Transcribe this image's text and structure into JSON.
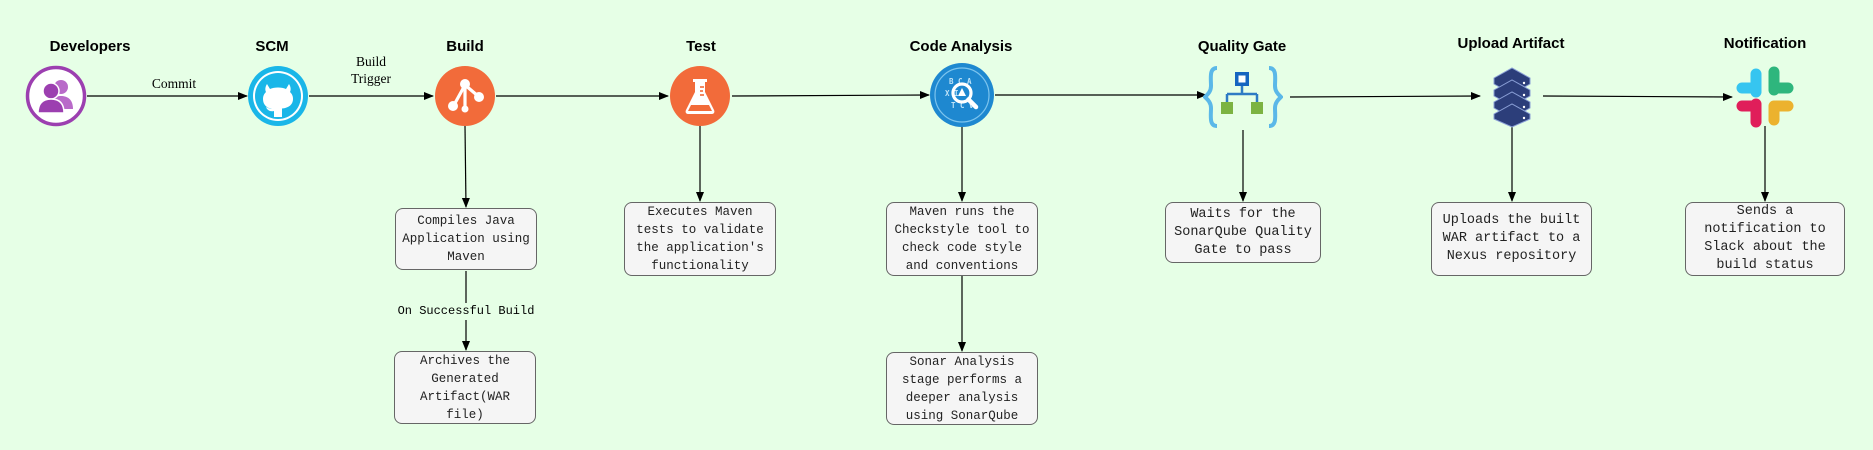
{
  "stages": {
    "developers": "Developers",
    "scm": "SCM",
    "build": "Build",
    "test": "Test",
    "code_analysis": "Code Analysis",
    "quality_gate": "Quality Gate",
    "upload_artifact": "Upload Artifact",
    "notification": "Notification"
  },
  "edges": {
    "commit": "Commit",
    "build_trigger_1": "Build",
    "build_trigger_2": "Trigger",
    "on_successful_build": "On Successful Build"
  },
  "boxes": {
    "build_compile": "Compiles Java Application using Maven",
    "build_archive": "Archives the Generated Artifact(WAR file)",
    "test_desc": "Executes Maven tests to validate the application's functionality",
    "checkstyle_desc": "Maven runs the Checkstyle tool to check code style and conventions",
    "sonar_desc": "Sonar Analysis stage performs a deeper analysis using SonarQube",
    "quality_gate_desc": "Waits for the SonarQube Quality Gate to pass",
    "upload_desc": "Uploads the built WAR artifact to a Nexus repository",
    "notify_desc": "Sends a notification to Slack about the build status"
  },
  "icons": {
    "developers": "users-icon",
    "scm": "github-icon",
    "build": "share-nodes-icon",
    "test": "flask-icon",
    "code_analysis": "code-scan-icon",
    "quality_gate": "hierarchy-braces-icon",
    "upload_artifact": "server-stack-icon",
    "notification": "slack-icon"
  },
  "colors": {
    "background": "#e6ffe6",
    "developers": "#9c3fb0",
    "scm": "#1ab6e8",
    "build_test": "#f26b3a",
    "code_analysis": "#1e88d0",
    "upload": "#2c3e7a"
  }
}
